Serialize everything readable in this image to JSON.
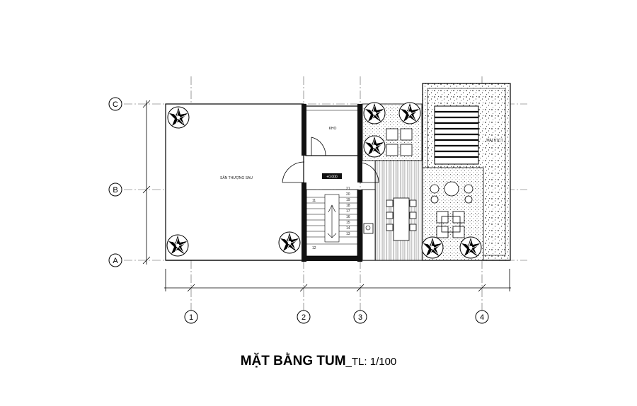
{
  "drawing": {
    "title": "MẶT BẰNG TUM",
    "scale": "_TL: 1/100",
    "rooms": {
      "terrace": "SÂN THƯỢNG SAU",
      "storage": "KHO",
      "side_label": "MÁI BTCT"
    },
    "level_tag": "+0.000",
    "stair_steps": [
      "21",
      "20",
      "19",
      "18",
      "17",
      "16",
      "15",
      "14",
      "13",
      "12",
      "11"
    ],
    "axes": {
      "rows": [
        "C",
        "B",
        "A"
      ],
      "cols": [
        "1",
        "2",
        "3",
        "4"
      ]
    }
  }
}
